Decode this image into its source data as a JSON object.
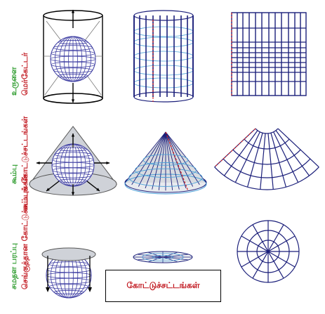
{
  "rows": [
    {
      "surface": "உருளை",
      "projection": "மெர்கேட்டர்"
    },
    {
      "surface": "கூம்பு",
      "projection": "கூம்புக் கோட்டுச்சட்டங்கள்"
    },
    {
      "surface": "சமதள பரப்பு",
      "projection": "செங்குத்தான கோட்டுச்சட்டங்கள்"
    }
  ],
  "legend": {
    "label": "கோட்டுச்சட்டங்கள்"
  },
  "colors": {
    "grid": "#1b1f7a",
    "globe": "#3a3aa0",
    "equator": "#4aa0d8",
    "tangent_dash": "#d42020",
    "cone_fill": "#cfd2d8",
    "surface_text": "#2a9a2a",
    "projection_text": "#c0141c"
  }
}
